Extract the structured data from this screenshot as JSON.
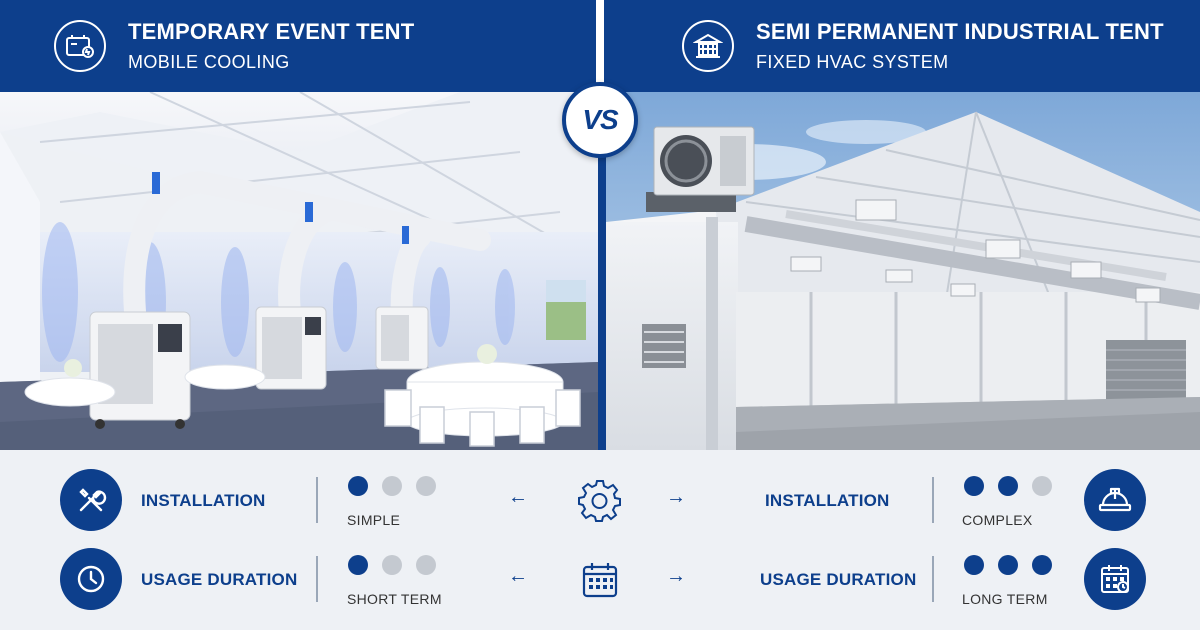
{
  "left": {
    "title": "TEMPORARY EVENT TENT",
    "subtitle": "MOBILE COOLING",
    "icon": "battery-ac-icon"
  },
  "right": {
    "title": "SEMI PERMANENT INDUSTRIAL TENT",
    "subtitle": "FIXED HVAC SYSTEM",
    "icon": "warehouse-icon"
  },
  "vs_label": "VS",
  "comparison": [
    {
      "label": "INSTALLATION",
      "center_icon": "gear-icon",
      "left": {
        "value": "SIMPLE",
        "level": 1,
        "max": 3,
        "icon": "wrench-screwdriver-icon"
      },
      "right": {
        "value": "COMPLEX",
        "level": 2,
        "max": 3,
        "icon": "hard-hat-icon"
      }
    },
    {
      "label": "USAGE DURATION",
      "center_icon": "calendar-icon",
      "left": {
        "value": "SHORT TERM",
        "level": 1,
        "max": 3,
        "icon": "clock-icon"
      },
      "right": {
        "value": "LONG TERM",
        "level": 3,
        "max": 3,
        "icon": "calendar-grid-icon"
      }
    }
  ],
  "colors": {
    "brand": "#0d3f8c",
    "inactive_dot": "#c4c9d0",
    "background": "#eef1f5"
  },
  "arrows": {
    "left": "←",
    "right": "→"
  }
}
